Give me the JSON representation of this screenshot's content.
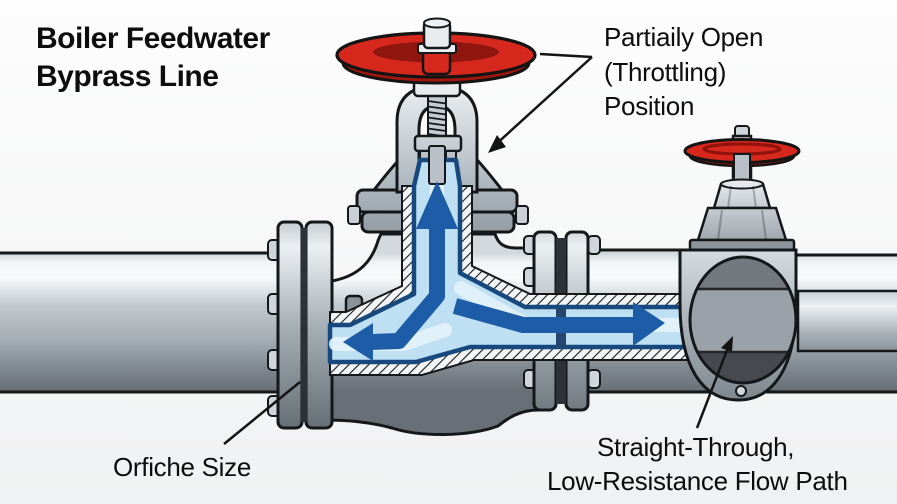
{
  "title": {
    "line1": "Boiler Feedwater",
    "line2": "Byprass Line"
  },
  "callouts": {
    "throttling": {
      "line1": "Partiaily Open",
      "line2": "(Throttling)",
      "line3": "Position"
    },
    "orifice": {
      "line1": "Orfiche Size"
    },
    "flow_path": {
      "line1": "Straight-Through,",
      "line2": "Low-Resistance Flow Path"
    }
  },
  "parts": [
    "globe-valve-cutaway",
    "red-handwheel",
    "yoke-and-threaded-stem",
    "pipe-with-flanges",
    "bypass-flow-arrows",
    "straight-through-valve",
    "valve-bore"
  ],
  "colors": {
    "handwheel_red": "#d6281c",
    "handwheel_dark_red": "#a3170e",
    "flow_light_blue": "#bfe0f3",
    "flow_core_blue": "#e4f3fb",
    "flow_dark_blue": "#1d5ca6",
    "channel_border_blue": "#17497f",
    "pipe_light": "#f2f5f7",
    "pipe_dark": "#686f77",
    "outline": "#15181b"
  }
}
